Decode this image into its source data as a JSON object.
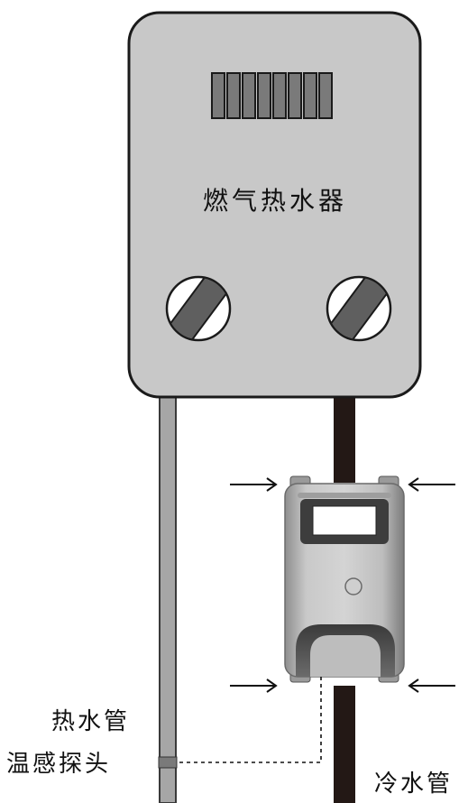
{
  "heater": {
    "label": "燃气热水器"
  },
  "labels": {
    "hot_pipe": "热水管",
    "temp_probe": "温感探头",
    "cold_pipe": "冷水管"
  },
  "colors": {
    "heater_body": "#c8c8c8",
    "hot_pipe": "#a6a6a6",
    "cold_pipe": "#231815",
    "valve_stripe": "#5f5f5f",
    "pump_body": "#b5b5b5"
  },
  "icons": {
    "display_bars": "vent-bars-icon",
    "valves": "valve-icon",
    "arrows": "arrow-right-icon"
  }
}
